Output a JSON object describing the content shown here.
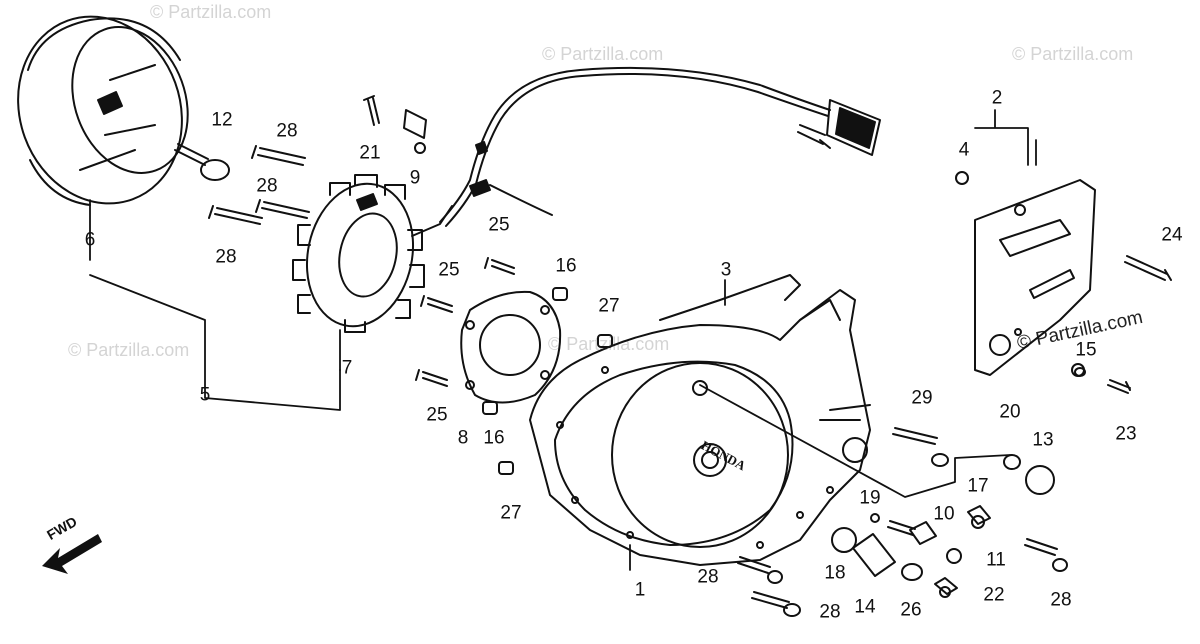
{
  "watermark": "© Partzilla.com",
  "direction_label": "FWD",
  "cover_brand_text": "HONDA",
  "callouts": {
    "c1": "1",
    "c2": "2",
    "c3": "3",
    "c4": "4",
    "c5": "5",
    "c6": "6",
    "c7": "7",
    "c8": "8",
    "c9": "9",
    "c10": "10",
    "c11": "11",
    "c12": "12",
    "c13": "13",
    "c14": "14",
    "c15": "15",
    "c16a": "16",
    "c16b": "16",
    "c17": "17",
    "c18": "18",
    "c19": "19",
    "c20": "20",
    "c21": "21",
    "c22": "22",
    "c23": "23",
    "c24": "24",
    "c25a": "25",
    "c25b": "25",
    "c25c": "25",
    "c26": "26",
    "c27a": "27",
    "c27b": "27",
    "c28a": "28",
    "c28b": "28",
    "c28c": "28",
    "c28d": "28",
    "c28e": "28",
    "c28f": "28",
    "c29": "29"
  }
}
